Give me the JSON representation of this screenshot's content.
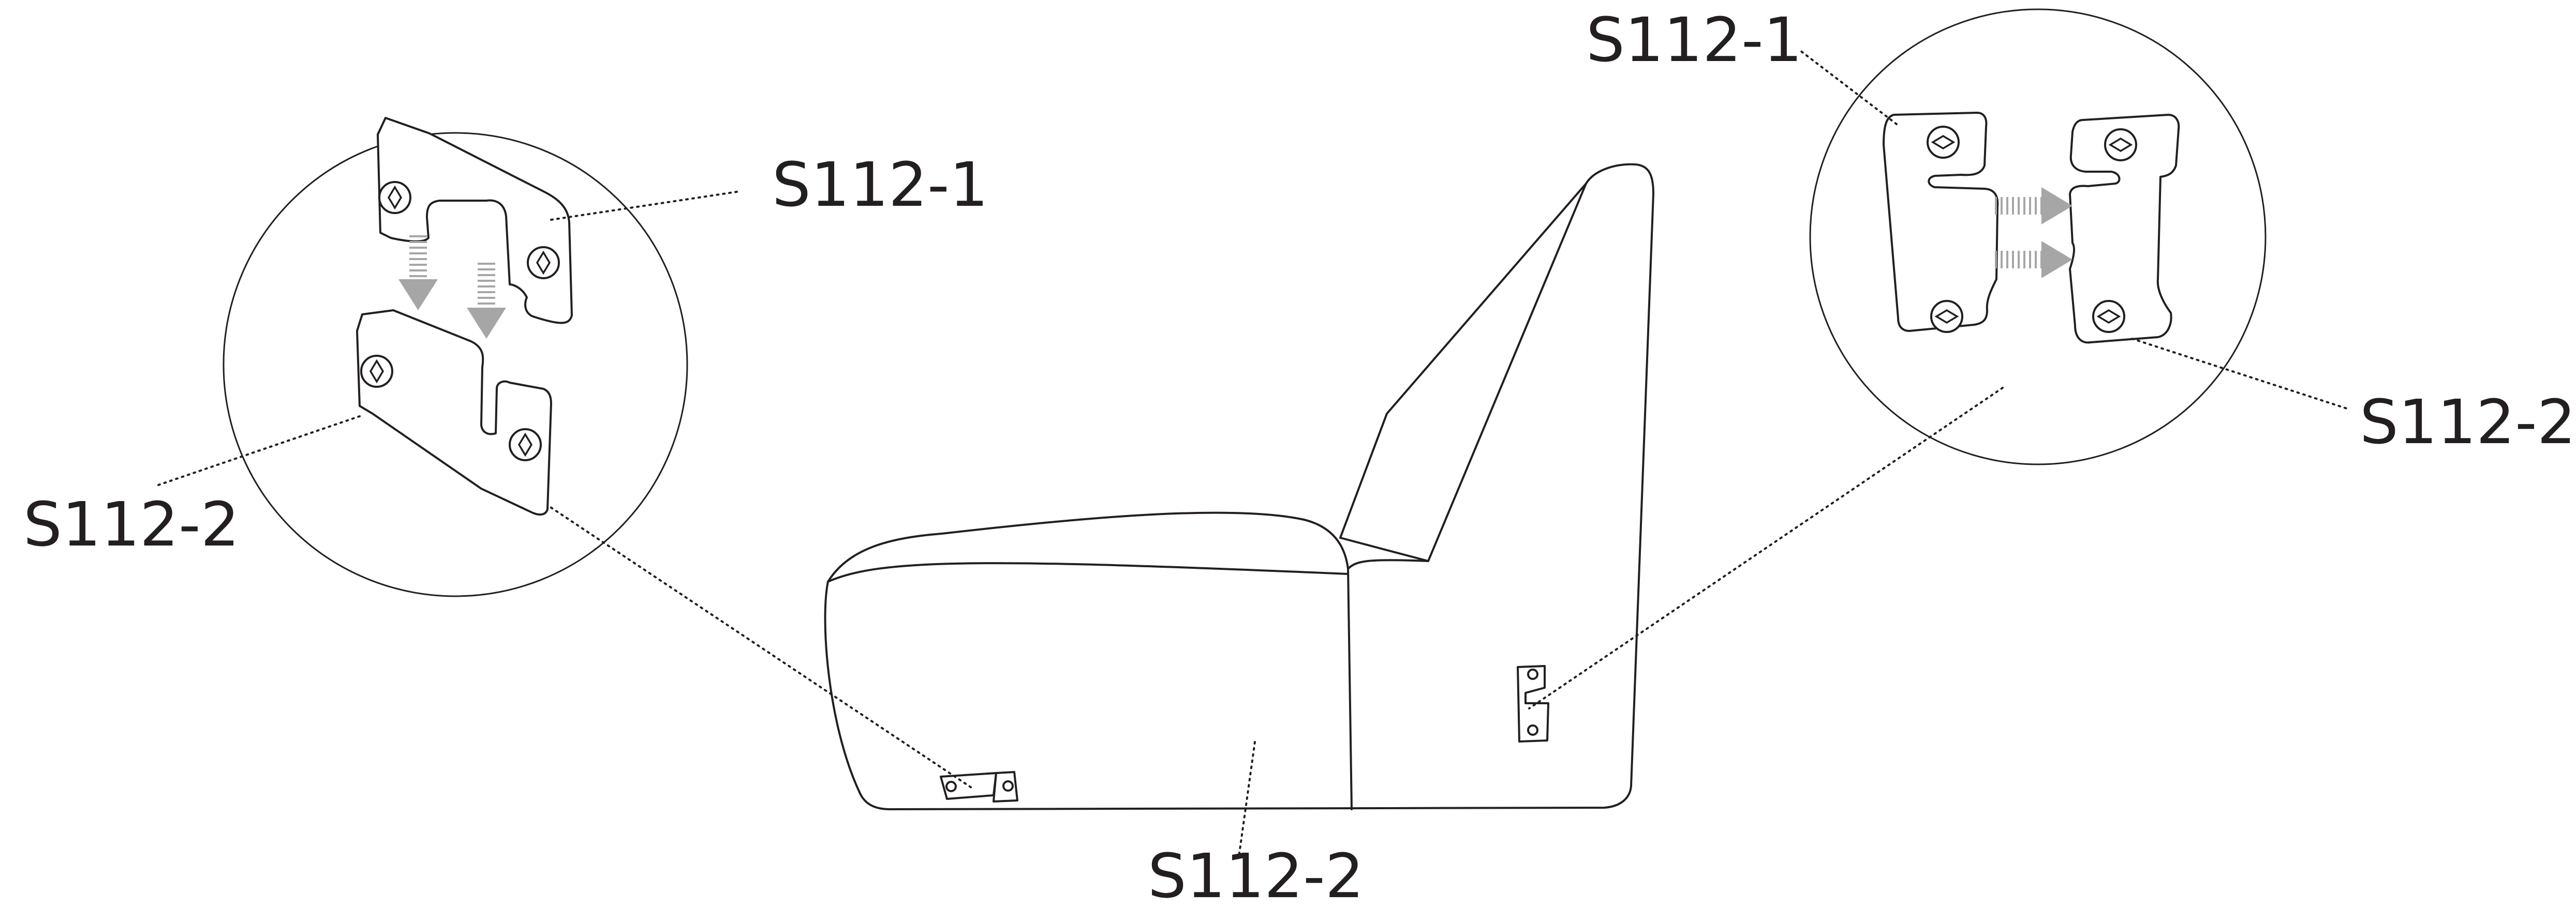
{
  "labels": {
    "left_top": "S112-1",
    "left_bottom": "S112-2",
    "right_top": "S112-1",
    "right_bottom": "S112-2",
    "center_bottom": "S112-2"
  },
  "colors": {
    "line": "#231f20",
    "arrow": "#a6a6a6",
    "background": "#ffffff"
  }
}
